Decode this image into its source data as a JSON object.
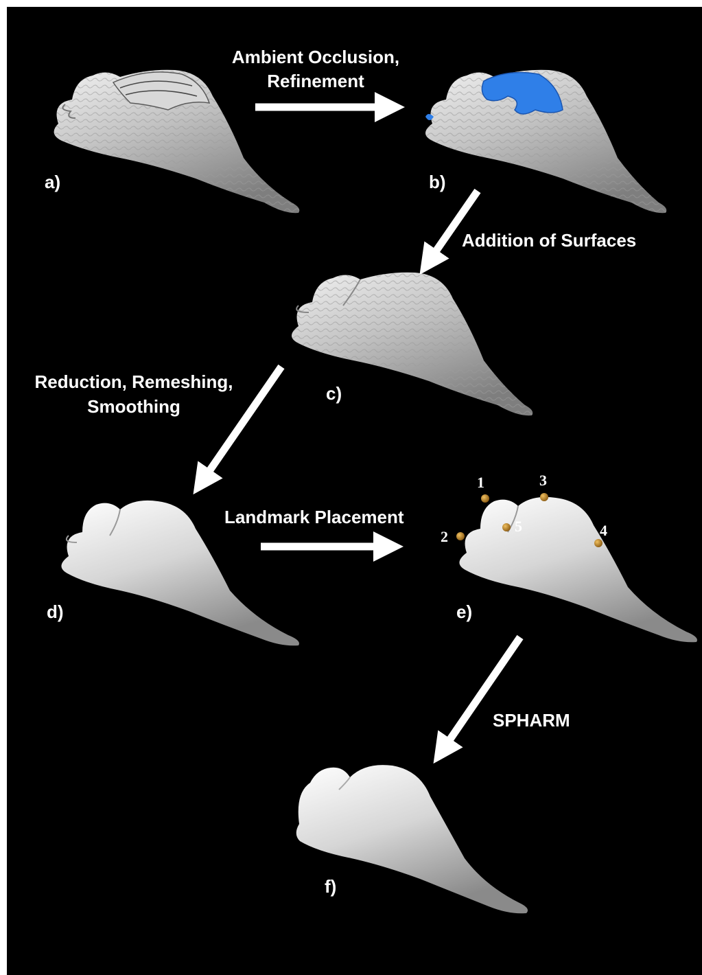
{
  "steps": {
    "a_to_b_line1": "Ambient Occlusion,",
    "a_to_b_line2": "Refinement",
    "b_to_c": "Addition of Surfaces",
    "c_to_d_line1": "Reduction, Remeshing,",
    "c_to_d_line2": "Smoothing",
    "d_to_e": "Landmark Placement",
    "e_to_f": "SPHARM"
  },
  "panels": {
    "a": "a)",
    "b": "b)",
    "c": "c)",
    "d": "d)",
    "e": "e)",
    "f": "f)"
  },
  "landmarks": [
    "1",
    "2",
    "3",
    "4",
    "5"
  ],
  "colors": {
    "background": "#000000",
    "surface": "#c8c8c8",
    "highlight_region": "#2f7fe8",
    "landmark": "#c8952a",
    "text": "#ffffff"
  },
  "icons": {
    "arrow": "arrow-icon",
    "shape": "cochlea-surface-model"
  }
}
